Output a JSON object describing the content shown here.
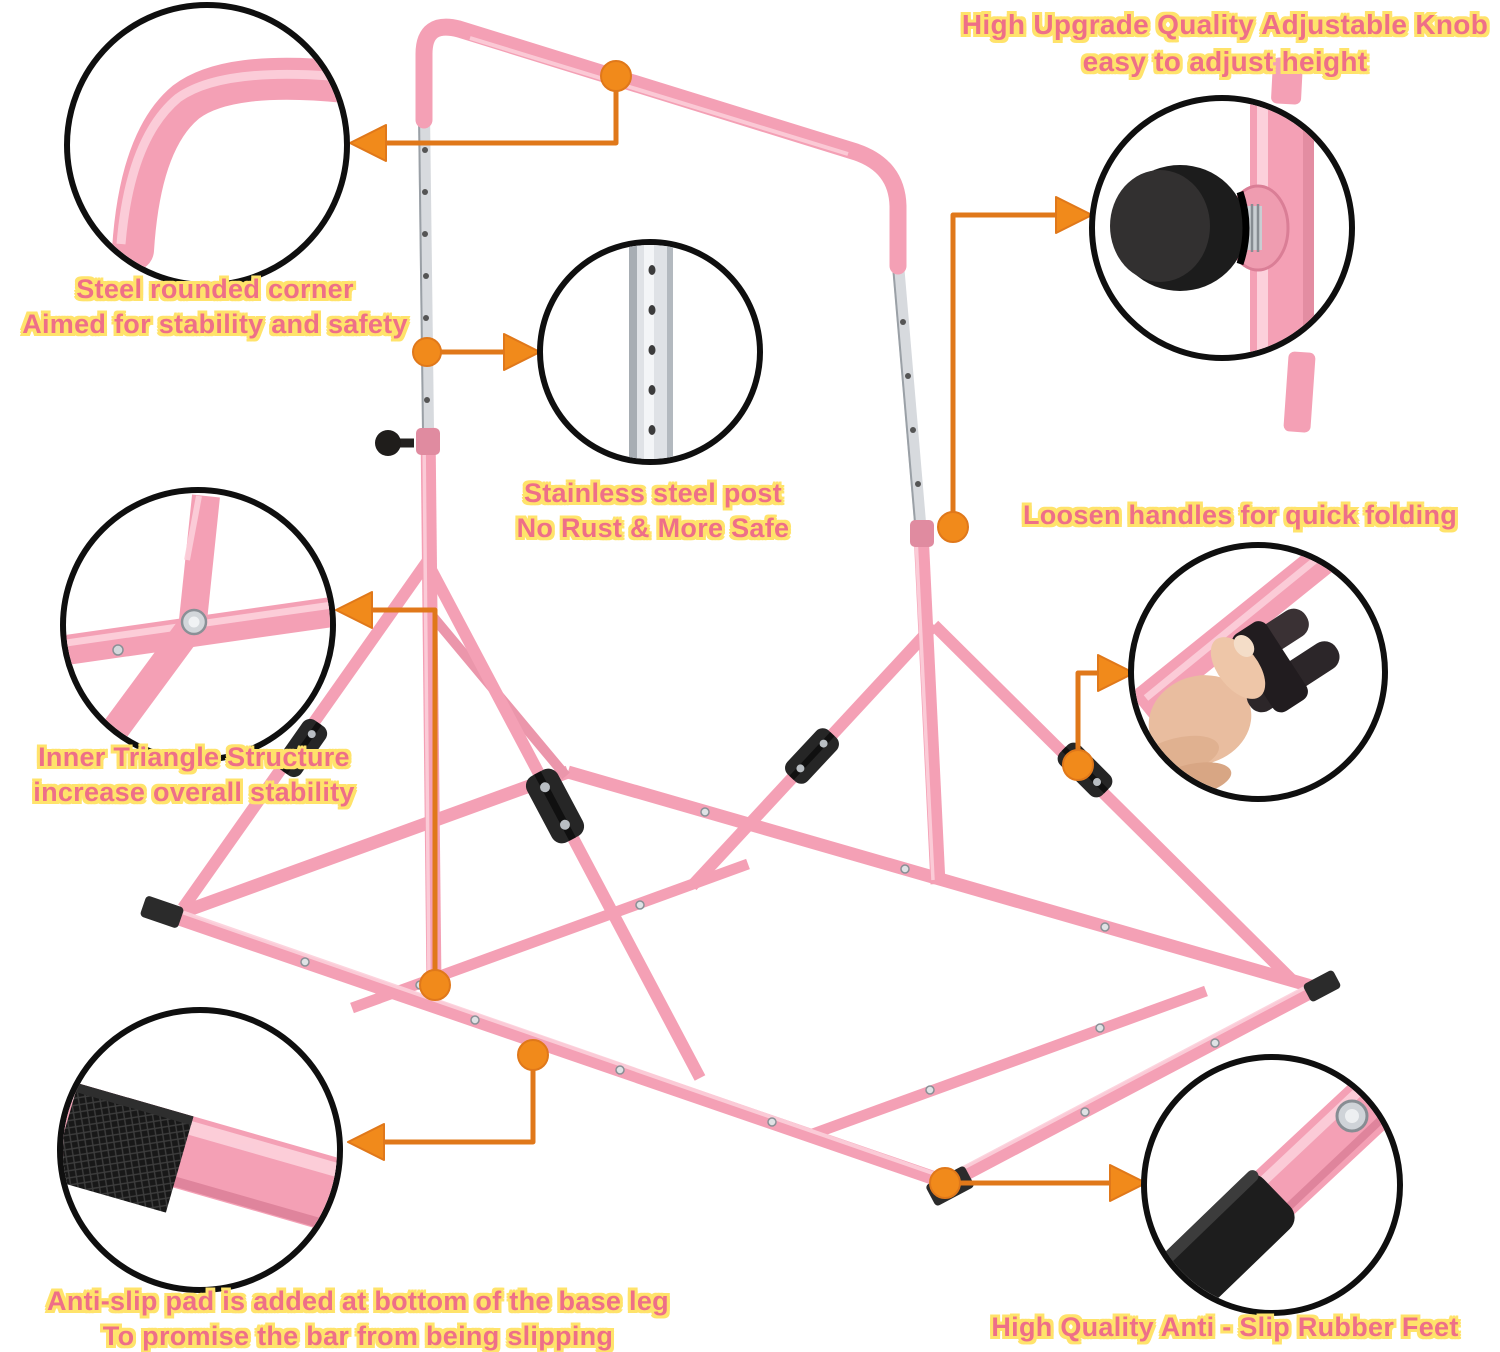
{
  "colors": {
    "tube_pink": "#f4a0b5",
    "tube_pink_light": "#fcd0db",
    "tube_pink_dark": "#da7e96",
    "chrome": "#d7dade",
    "chrome_dark": "#9aa0a6",
    "black_part": "#232323",
    "arrow_orange": "#f18a1b",
    "arrow_orange_dark": "#e0781a",
    "note_text_pink": "#ee6f88",
    "note_outline_yellow": "#ffe36b",
    "callout_circle_stroke": "#0f0f0f",
    "hand_skin": "#e9bd9f"
  },
  "annotations": [
    {
      "id": "adjustable-knob",
      "lines": [
        "High Upgrade Quality Adjustable Knob",
        "easy to adjust height"
      ]
    },
    {
      "id": "rounded-corner",
      "lines": [
        "Steel rounded corner",
        "Aimed for stability and safety"
      ]
    },
    {
      "id": "steel-post",
      "lines": [
        "Stainless steel post",
        "No Rust & More Safe"
      ]
    },
    {
      "id": "loosen-handles",
      "lines": [
        "Loosen handles for quick folding"
      ]
    },
    {
      "id": "inner-triangle",
      "lines": [
        "Inner Triangle Structure",
        "increase overall stability"
      ]
    },
    {
      "id": "anti-slip-pad",
      "lines": [
        "Anti-slip pad is added at bottom of the base leg",
        "To promise the bar from being slipping"
      ]
    },
    {
      "id": "rubber-feet",
      "lines": [
        "High Quality Anti - Slip Rubber Feet"
      ]
    }
  ],
  "callouts": [
    {
      "id": "rounded-corner-detail",
      "subject": "pink steel tube rounded corner with chrome tip"
    },
    {
      "id": "adjustable-knob-detail",
      "subject": "black adjustable knob with threaded bolt on pink post"
    },
    {
      "id": "steel-post-detail",
      "subject": "stainless steel post with height adjustment holes"
    },
    {
      "id": "inner-triangle-detail",
      "subject": "inner triangle tube junction with bolt"
    },
    {
      "id": "loosen-handle-detail",
      "subject": "hand loosening black folding handle"
    },
    {
      "id": "anti-slip-pad-detail",
      "subject": "black anti-slip pad on pink base leg"
    },
    {
      "id": "rubber-foot-detail",
      "subject": "black rubber foot cap on pink base tube"
    }
  ]
}
